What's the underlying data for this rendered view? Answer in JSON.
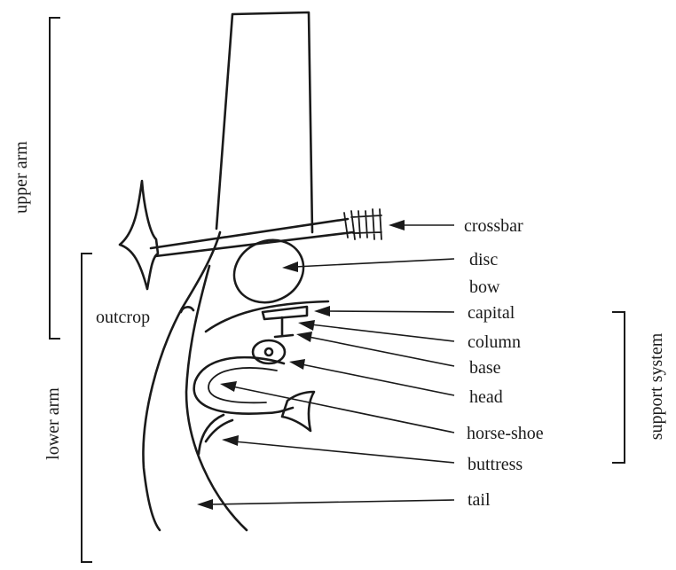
{
  "labels": {
    "crossbar": "crossbar",
    "disc": "disc",
    "bow": "bow",
    "capital": "capital",
    "column": "column",
    "base": "base",
    "head": "head",
    "horse_shoe": "horse-shoe",
    "buttress": "buttress",
    "tail": "tail",
    "outcrop": "outcrop",
    "upper_arm": "upper arm",
    "lower_arm": "lower arm",
    "support_system": "support system"
  }
}
